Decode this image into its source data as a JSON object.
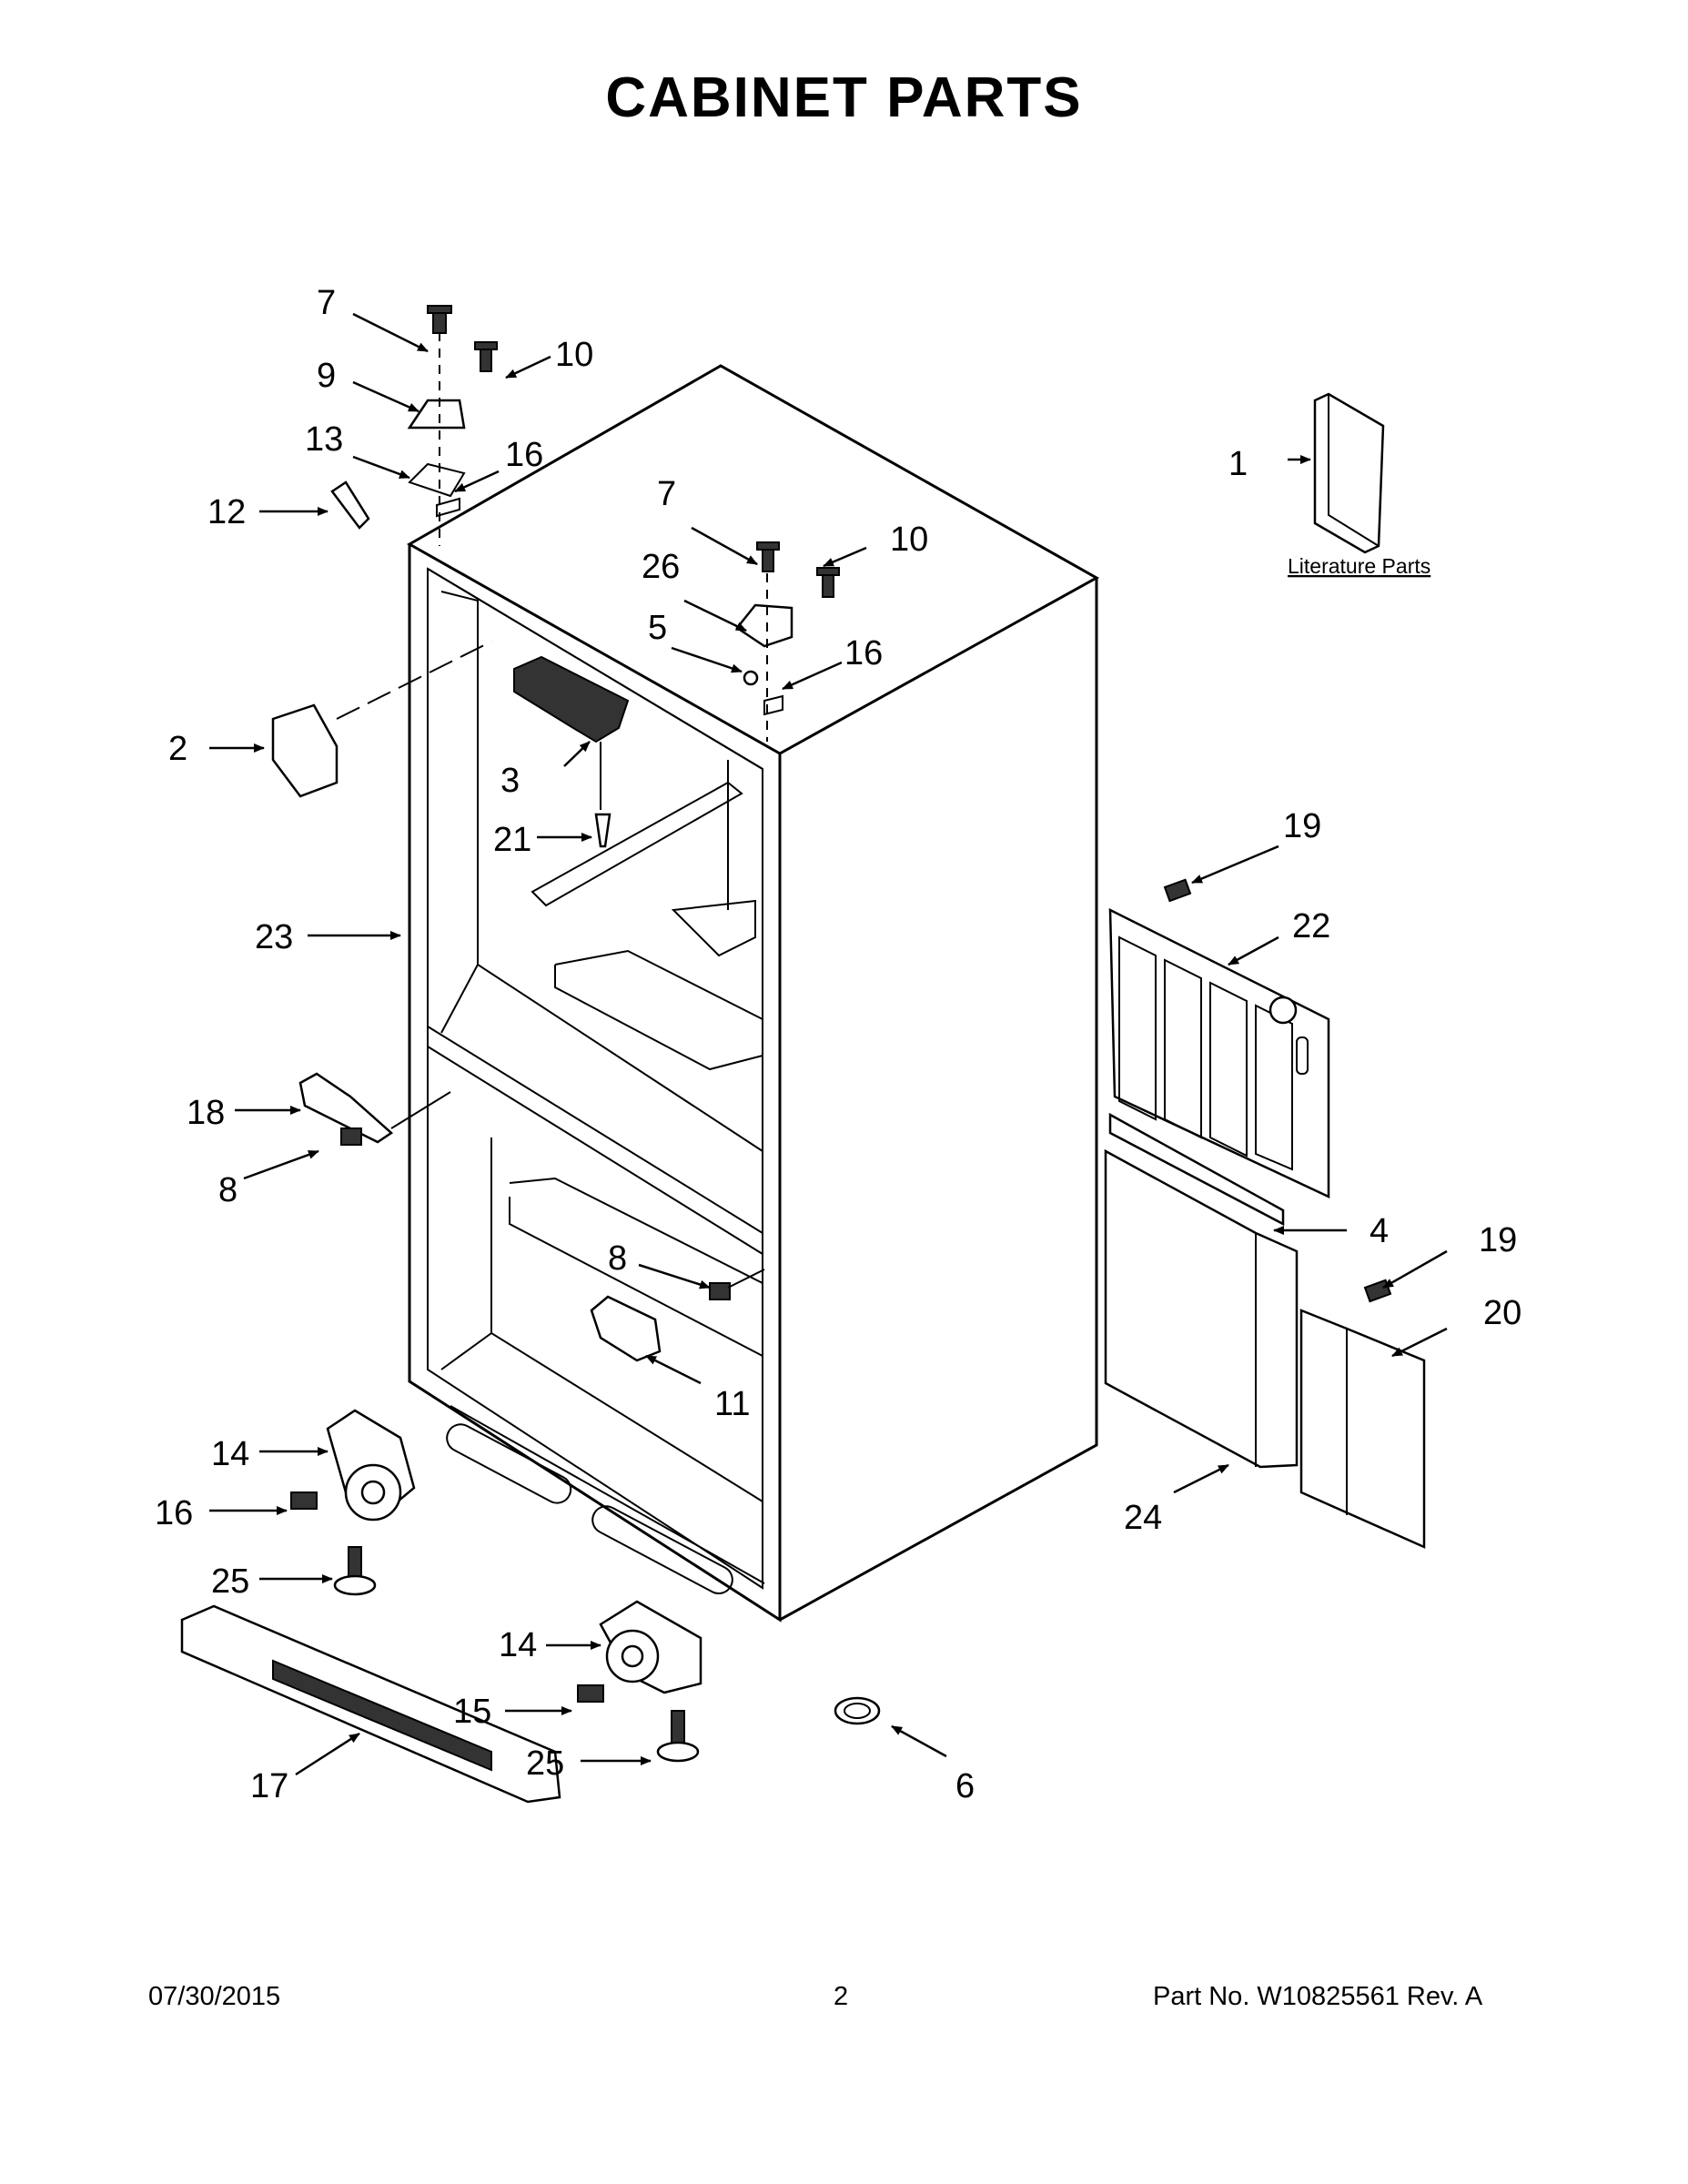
{
  "title": "CABINET PARTS",
  "literature_label": "Literature Parts",
  "callouts": {
    "c1": "1",
    "c2": "2",
    "c3": "3",
    "c4": "4",
    "c5": "5",
    "c6": "6",
    "c7a": "7",
    "c7b": "7",
    "c8a": "8",
    "c8b": "8",
    "c9": "9",
    "c10a": "10",
    "c10b": "10",
    "c11": "11",
    "c12": "12",
    "c13": "13",
    "c14a": "14",
    "c14b": "14",
    "c15": "15",
    "c16a": "16",
    "c16b": "16",
    "c16c": "16",
    "c17": "17",
    "c18": "18",
    "c19a": "19",
    "c19b": "19",
    "c20": "20",
    "c21": "21",
    "c22": "22",
    "c23": "23",
    "c24": "24",
    "c25a": "25",
    "c25b": "25",
    "c26": "26"
  },
  "footer": {
    "date": "07/30/2015",
    "page": "2",
    "part_no": "Part No.  W10825561  Rev.  A"
  }
}
